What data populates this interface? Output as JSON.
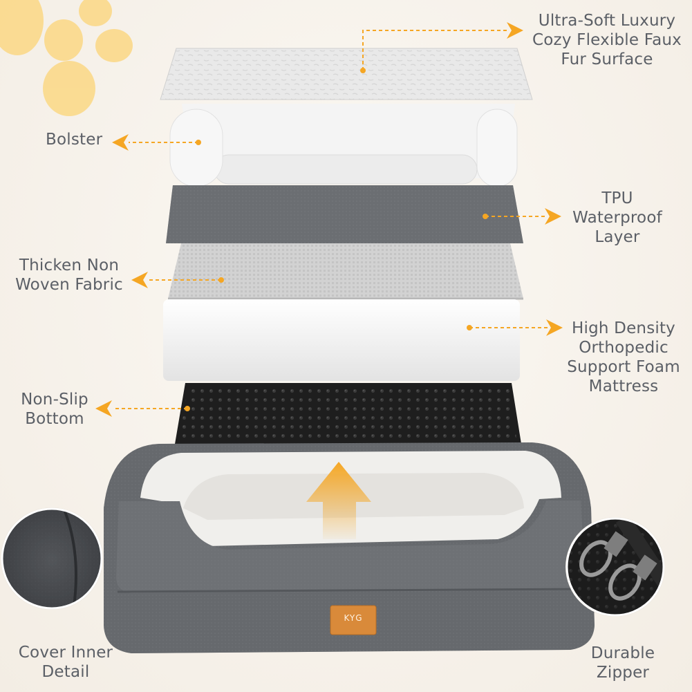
{
  "labels": {
    "faux_fur": [
      "Ultra-Soft Luxury",
      "Cozy Flexible Faux",
      "Fur Surface"
    ],
    "bolster": [
      "Bolster"
    ],
    "tpu": [
      "TPU",
      "Waterproof",
      "Layer"
    ],
    "non_woven": [
      "Thicken Non",
      "Woven Fabric"
    ],
    "foam": [
      "High Density",
      "Orthopedic",
      "Support Foam",
      "Mattress"
    ],
    "non_slip": [
      "Non-Slip",
      "Bottom"
    ],
    "cover_inner": [
      "Cover Inner",
      "Detail"
    ],
    "zipper": [
      "Durable",
      "Zipper"
    ],
    "logo_text": "KYG"
  },
  "colors": {
    "accent": "#f5a623",
    "label_text": "#5b5f66",
    "paw": "#fbd98a",
    "gray_fabric": "#6e7175",
    "black_mat": "#1e1e1e"
  },
  "icons": [
    "paw-icon",
    "arrow-up-icon",
    "arrow-left-icon",
    "arrow-right-icon"
  ]
}
